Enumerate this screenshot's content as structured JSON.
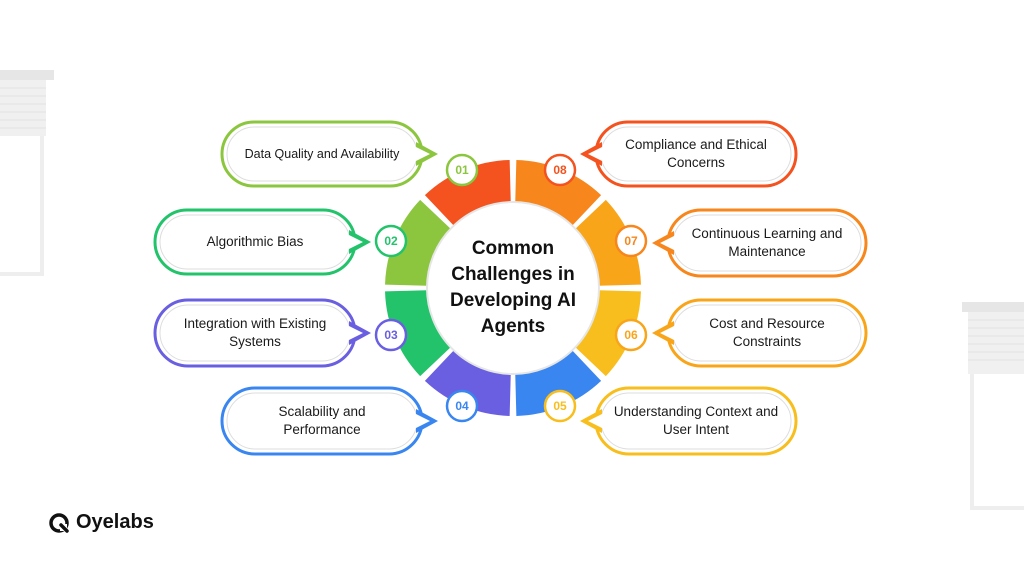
{
  "center_title": "Common Challenges in Developing AI Agents",
  "items": [
    {
      "num": "01",
      "label": "Data Quality and Availability",
      "color": "#8cc63f"
    },
    {
      "num": "02",
      "label": "Algorithmic Bias",
      "color": "#22c36a"
    },
    {
      "num": "03",
      "label": "Integration with Existing Systems",
      "color": "#6a5fe0"
    },
    {
      "num": "04",
      "label": "Scalability and Performance",
      "color": "#3a86f0"
    },
    {
      "num": "05",
      "label": "Understanding Context and User Intent",
      "color": "#f7be1e"
    },
    {
      "num": "06",
      "label": "Cost and Resource Constraints",
      "color": "#f9a51a"
    },
    {
      "num": "07",
      "label": "Continuous Learning and Maintenance",
      "color": "#f7861c"
    },
    {
      "num": "08",
      "label": "Compliance and Ethical Concerns",
      "color": "#f4521e"
    }
  ],
  "brand": {
    "name": "Oyelabs"
  }
}
